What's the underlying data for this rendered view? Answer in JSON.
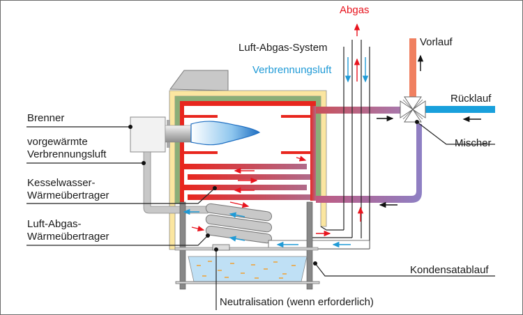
{
  "labels": {
    "abgas": "Abgas",
    "luft_abgas_system": "Luft-Abgas-System",
    "verbrennungsluft": "Verbrennungsluft",
    "vorlauf": "Vorlauf",
    "ruecklauf": "Rücklauf",
    "mischer": "Mischer",
    "brenner": "Brenner",
    "vorgewaermte_1": "vorgewärmte",
    "vorgewaermte_2": "Verbrennungsluft",
    "kesselwasser_1": "Kesselwasser-",
    "kesselwasser_2": "Wärmeübertrager",
    "luftabgas_1": "Luft-Abgas-",
    "luftabgas_2": "Wärmeübertrager",
    "kondensatablauf": "Kondensatablauf",
    "neutralisation": "Neutralisation (wenn erforderlich)"
  },
  "colors": {
    "exhaust": "#e8141e",
    "air": "#1f9ad6",
    "flow": "#f08060",
    "return": "#19a0dc",
    "mixed": "#8e7ec0",
    "insulation_outer": "#fbe6a0",
    "insulation_inner": "#8aae78",
    "pipe_grey": "#c8c8c8",
    "condensate": "#bfe0f5"
  }
}
